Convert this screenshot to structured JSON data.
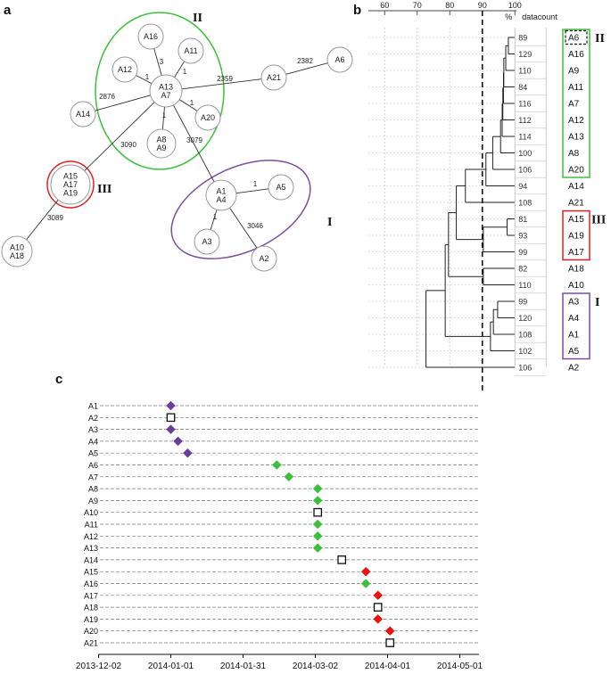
{
  "panels": {
    "a": "a",
    "b": "b",
    "c": "c"
  },
  "network": {
    "groups": [
      {
        "id": "I",
        "label": "I",
        "color": "#7b4fa0"
      },
      {
        "id": "II",
        "label": "II",
        "color": "#3cc03c"
      },
      {
        "id": "III",
        "label": "III",
        "color": "#e02020"
      }
    ],
    "nodes": [
      {
        "id": "A16",
        "lines": [
          "A16"
        ]
      },
      {
        "id": "A11",
        "lines": [
          "A11"
        ]
      },
      {
        "id": "A12",
        "lines": [
          "A12"
        ]
      },
      {
        "id": "A13",
        "lines": [
          "A13",
          "A7"
        ]
      },
      {
        "id": "A14",
        "lines": [
          "A14"
        ]
      },
      {
        "id": "A20",
        "lines": [
          "A20"
        ]
      },
      {
        "id": "A8",
        "lines": [
          "A8",
          "A9"
        ]
      },
      {
        "id": "A21",
        "lines": [
          "A21"
        ]
      },
      {
        "id": "A6",
        "lines": [
          "A6"
        ]
      },
      {
        "id": "A15",
        "lines": [
          "A15",
          "A17",
          "A19"
        ]
      },
      {
        "id": "A10",
        "lines": [
          "A10",
          "A18"
        ]
      },
      {
        "id": "A1",
        "lines": [
          "A1",
          "A4"
        ]
      },
      {
        "id": "A5",
        "lines": [
          "A5"
        ]
      },
      {
        "id": "A3",
        "lines": [
          "A3"
        ]
      },
      {
        "id": "A2",
        "lines": [
          "A2"
        ]
      }
    ],
    "edges": [
      {
        "from": "A13",
        "to": "A16",
        "label": "3"
      },
      {
        "from": "A13",
        "to": "A11",
        "label": "1"
      },
      {
        "from": "A13",
        "to": "A12",
        "label": "1"
      },
      {
        "from": "A13",
        "to": "A14",
        "label": "2876"
      },
      {
        "from": "A13",
        "to": "A20",
        "label": "1"
      },
      {
        "from": "A13",
        "to": "A8",
        "label": "1"
      },
      {
        "from": "A13",
        "to": "A21",
        "label": "2359"
      },
      {
        "from": "A21",
        "to": "A6",
        "label": "2382"
      },
      {
        "from": "A13",
        "to": "A15",
        "label": "3090"
      },
      {
        "from": "A15",
        "to": "A10",
        "label": "3089"
      },
      {
        "from": "A13",
        "to": "A1",
        "label": "3079"
      },
      {
        "from": "A1",
        "to": "A5",
        "label": "1"
      },
      {
        "from": "A1",
        "to": "A3",
        "label": "1"
      },
      {
        "from": "A1",
        "to": "A2",
        "label": "3046"
      }
    ]
  },
  "dendrogram": {
    "axis_ticks": [
      "60",
      "70",
      "80",
      "90",
      "100"
    ],
    "cutoff": 90,
    "percent_label": "%",
    "datacount_label": "datacount",
    "leaves": [
      {
        "datacount": "89",
        "name": "A6"
      },
      {
        "datacount": "129",
        "name": "A16"
      },
      {
        "datacount": "110",
        "name": "A9"
      },
      {
        "datacount": "84",
        "name": "A11"
      },
      {
        "datacount": "116",
        "name": "A7"
      },
      {
        "datacount": "112",
        "name": "A12"
      },
      {
        "datacount": "114",
        "name": "A13"
      },
      {
        "datacount": "100",
        "name": "A8"
      },
      {
        "datacount": "106",
        "name": "A20"
      },
      {
        "datacount": "94",
        "name": "A14"
      },
      {
        "datacount": "108",
        "name": "A21"
      },
      {
        "datacount": "81",
        "name": "A15"
      },
      {
        "datacount": "93",
        "name": "A19"
      },
      {
        "datacount": "99",
        "name": "A17"
      },
      {
        "datacount": "82",
        "name": "A18"
      },
      {
        "datacount": "110",
        "name": "A10"
      },
      {
        "datacount": "99",
        "name": "A3"
      },
      {
        "datacount": "120",
        "name": "A4"
      },
      {
        "datacount": "108",
        "name": "A1"
      },
      {
        "datacount": "102",
        "name": "A5"
      },
      {
        "datacount": "106",
        "name": "A2"
      }
    ],
    "group_labels": [
      "II",
      "III",
      "I"
    ]
  },
  "timeline": {
    "x_ticks": [
      "2013-12-02",
      "2014-01-01",
      "2014-01-31",
      "2014-03-02",
      "2014-04-01",
      "2014-05-01"
    ],
    "tick_days": [
      0,
      30,
      60,
      90,
      120,
      150
    ],
    "marker_colors": {
      "I": "#6a3d9a",
      "II": "#3cc03c",
      "III": "#ee1111",
      "none": "#ffffff"
    },
    "rows": [
      {
        "label": "A1",
        "date": "2014-01-01",
        "group": "I"
      },
      {
        "label": "A2",
        "date": "2014-01-01",
        "group": "none"
      },
      {
        "label": "A3",
        "date": "2014-01-01",
        "group": "I"
      },
      {
        "label": "A4",
        "date": "2014-01-04",
        "group": "I"
      },
      {
        "label": "A5",
        "date": "2014-01-08",
        "group": "I"
      },
      {
        "label": "A6",
        "date": "2014-02-14",
        "group": "II"
      },
      {
        "label": "A7",
        "date": "2014-02-19",
        "group": "II"
      },
      {
        "label": "A8",
        "date": "2014-03-03",
        "group": "II"
      },
      {
        "label": "A9",
        "date": "2014-03-03",
        "group": "II"
      },
      {
        "label": "A10",
        "date": "2014-03-03",
        "group": "none"
      },
      {
        "label": "A11",
        "date": "2014-03-03",
        "group": "II"
      },
      {
        "label": "A12",
        "date": "2014-03-03",
        "group": "II"
      },
      {
        "label": "A13",
        "date": "2014-03-03",
        "group": "II"
      },
      {
        "label": "A14",
        "date": "2014-03-13",
        "group": "none"
      },
      {
        "label": "A15",
        "date": "2014-03-23",
        "group": "III"
      },
      {
        "label": "A16",
        "date": "2014-03-23",
        "group": "II"
      },
      {
        "label": "A17",
        "date": "2014-03-28",
        "group": "III"
      },
      {
        "label": "A18",
        "date": "2014-03-28",
        "group": "none"
      },
      {
        "label": "A19",
        "date": "2014-03-28",
        "group": "III"
      },
      {
        "label": "A20",
        "date": "2014-04-02",
        "group": "III"
      },
      {
        "label": "A21",
        "date": "2014-04-02",
        "group": "none"
      }
    ]
  }
}
